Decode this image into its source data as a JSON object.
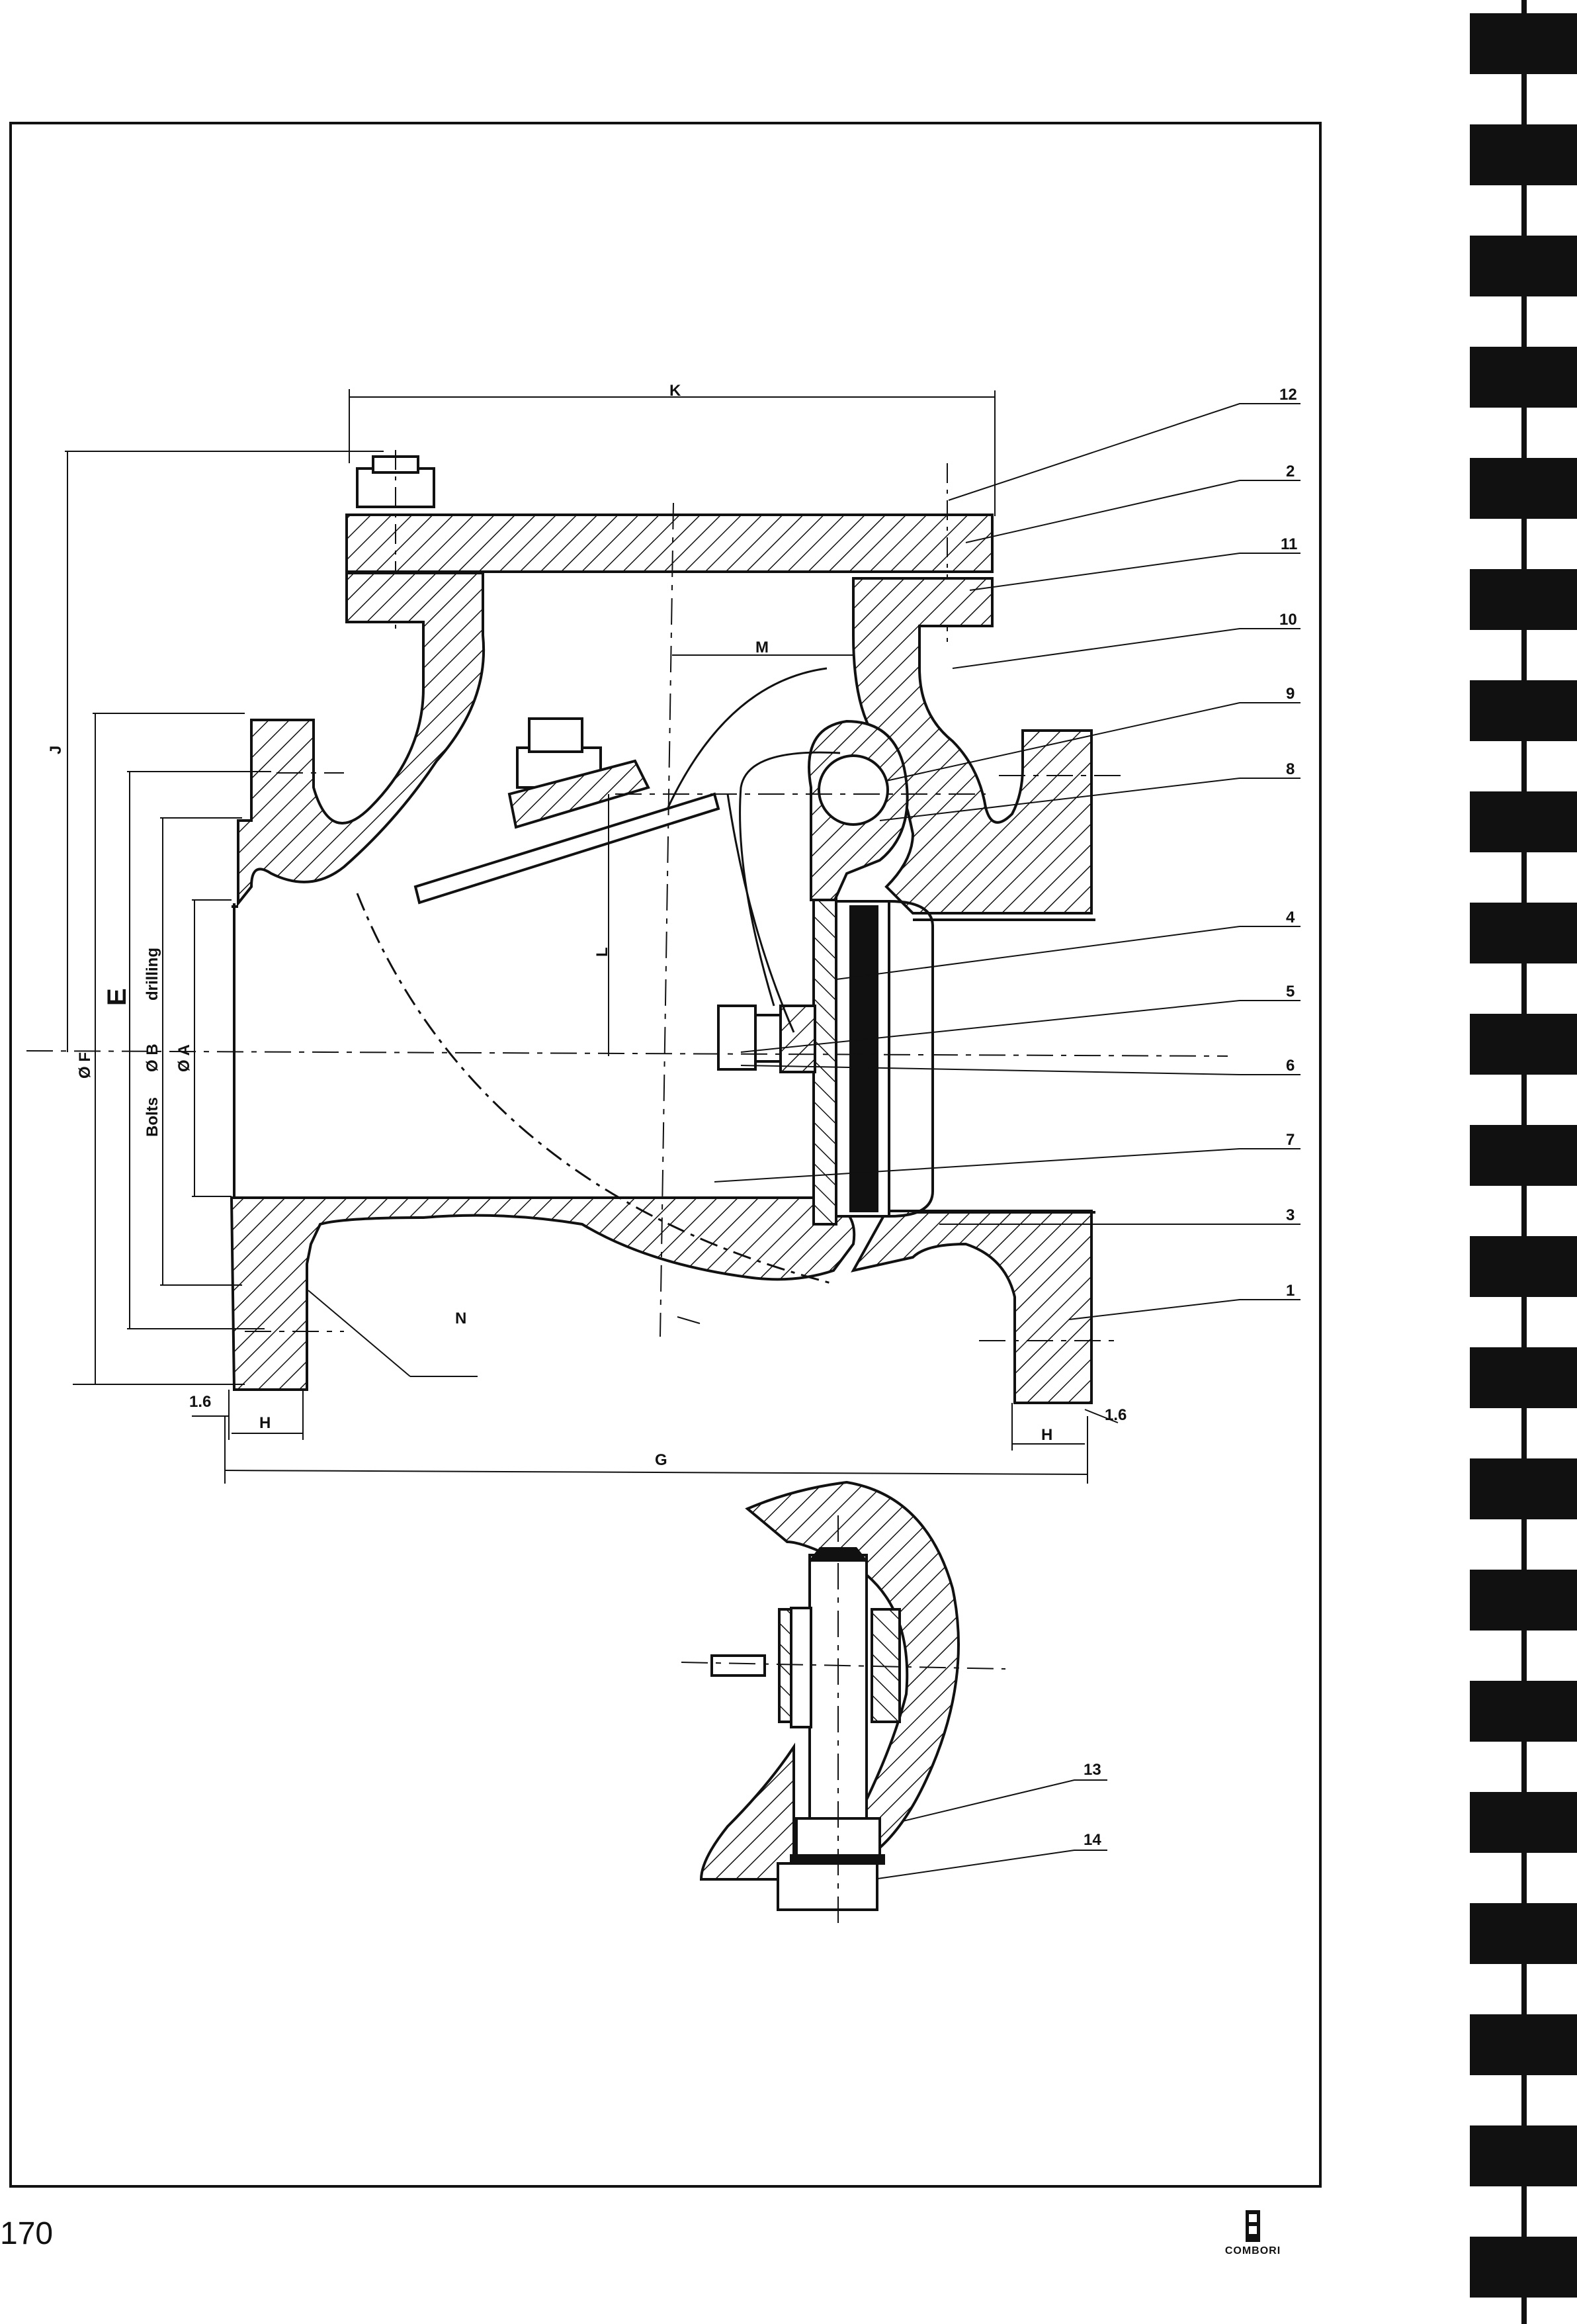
{
  "page_number": "170",
  "logo_text": "COMBORI",
  "dimension_labels": {
    "k": "K",
    "m": "M",
    "j": "J",
    "l": "L",
    "g": "G",
    "n": "N",
    "h_left": "H",
    "h_right": "H",
    "tol_left": "1.6",
    "tol_right": "1.6",
    "dia_f": "Ø F",
    "e": "E",
    "dia_b": "Ø B",
    "dia_a": "Ø A",
    "drilling": "drilling",
    "bolts": "Bolts"
  },
  "part_numbers": [
    "12",
    "2",
    "11",
    "10",
    "9",
    "8",
    "4",
    "5",
    "6",
    "7",
    "3",
    "1",
    "13",
    "14"
  ]
}
